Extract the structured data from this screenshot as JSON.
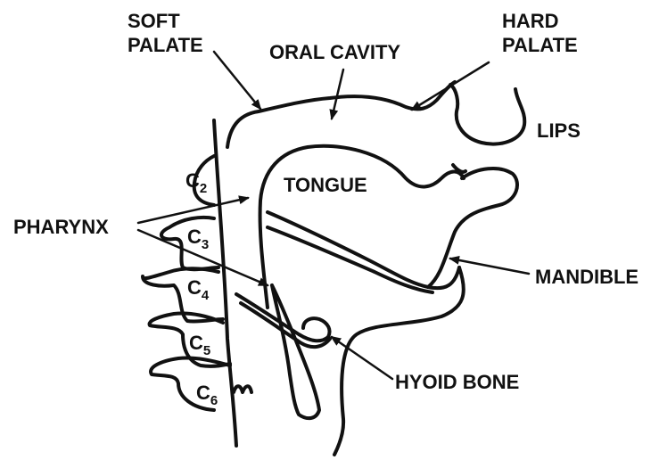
{
  "labels": {
    "soft_palate": [
      "SOFT",
      "PALATE"
    ],
    "oral_cavity": "ORAL CAVITY",
    "hard_palate": [
      "HARD",
      "PALATE"
    ],
    "lips": "LIPS",
    "tongue": "TONGUE",
    "pharynx": "PHARYNX",
    "mandible": "MANDIBLE",
    "hyoid_bone": "HYOID BONE"
  },
  "vertebrae": [
    {
      "letter": "C",
      "num": "2"
    },
    {
      "letter": "C",
      "num": "3"
    },
    {
      "letter": "C",
      "num": "4"
    },
    {
      "letter": "C",
      "num": "5"
    },
    {
      "letter": "C",
      "num": "6"
    }
  ]
}
